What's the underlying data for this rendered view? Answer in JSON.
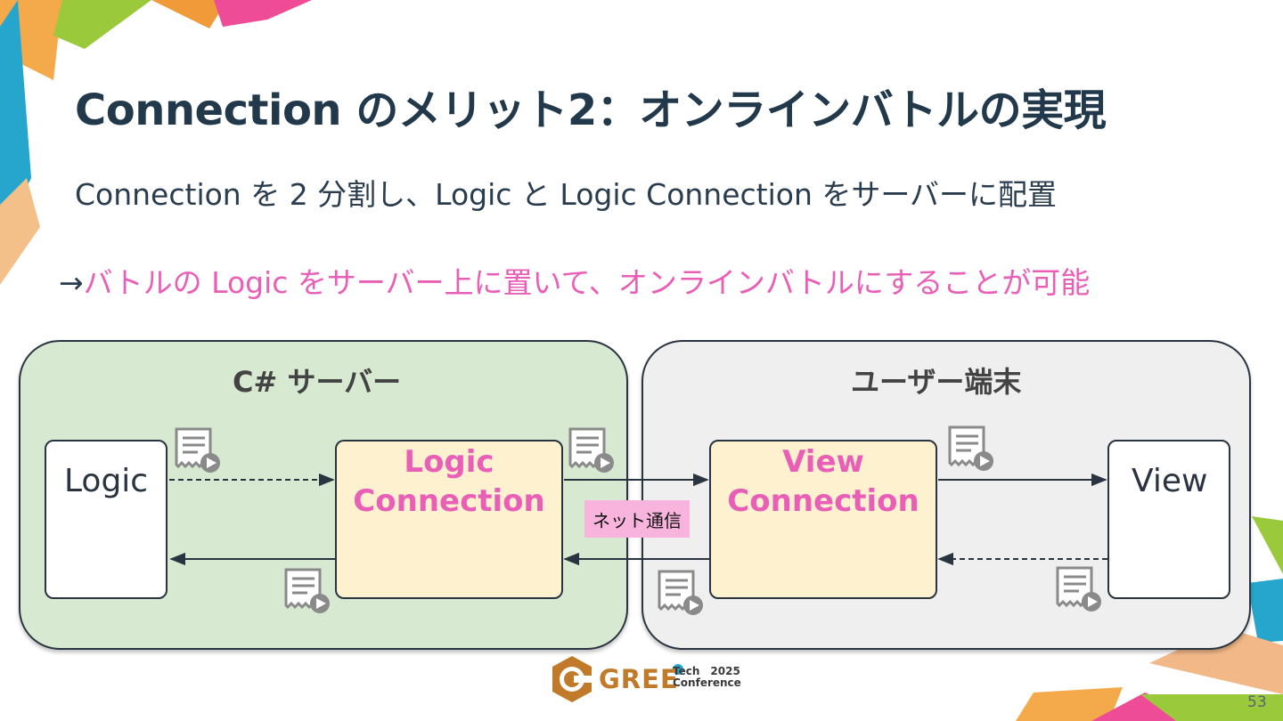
{
  "slide": {
    "title": "Connection のメリット2：オンラインバトルの実現",
    "subtitle": "Connection を 2 分割し、Logic と Logic Connection をサーバーに配置",
    "note_arrow": "→",
    "note_text": "バトルの Logic をサーバー上に置いて、オンラインバトルにすることが可能",
    "page_number": "53"
  },
  "diagram": {
    "server_panel": {
      "title": "C# サーバー"
    },
    "client_panel": {
      "title": "ユーザー端末"
    },
    "logic_box": {
      "label": "Logic"
    },
    "logic_connection_box": {
      "line1": "Logic",
      "line2": "Connection"
    },
    "view_connection_box": {
      "line1": "View",
      "line2": "Connection"
    },
    "view_box": {
      "label": "View"
    },
    "network_badge": "ネット通信",
    "icons": [
      "log-play-icon",
      "log-play-icon",
      "log-play-icon",
      "log-play-icon",
      "log-play-icon",
      "log-play-icon"
    ]
  },
  "logo": {
    "wordmark": "GREE",
    "tech": "Tech",
    "year": "2025",
    "conference": "Conference"
  },
  "colors": {
    "title": "#22394c",
    "accent_pink": "#e95fb7",
    "server_panel": "#d8e9d2",
    "client_panel": "#efefef",
    "connection_box": "#fef1cf",
    "badge": "#f8b4dc"
  }
}
